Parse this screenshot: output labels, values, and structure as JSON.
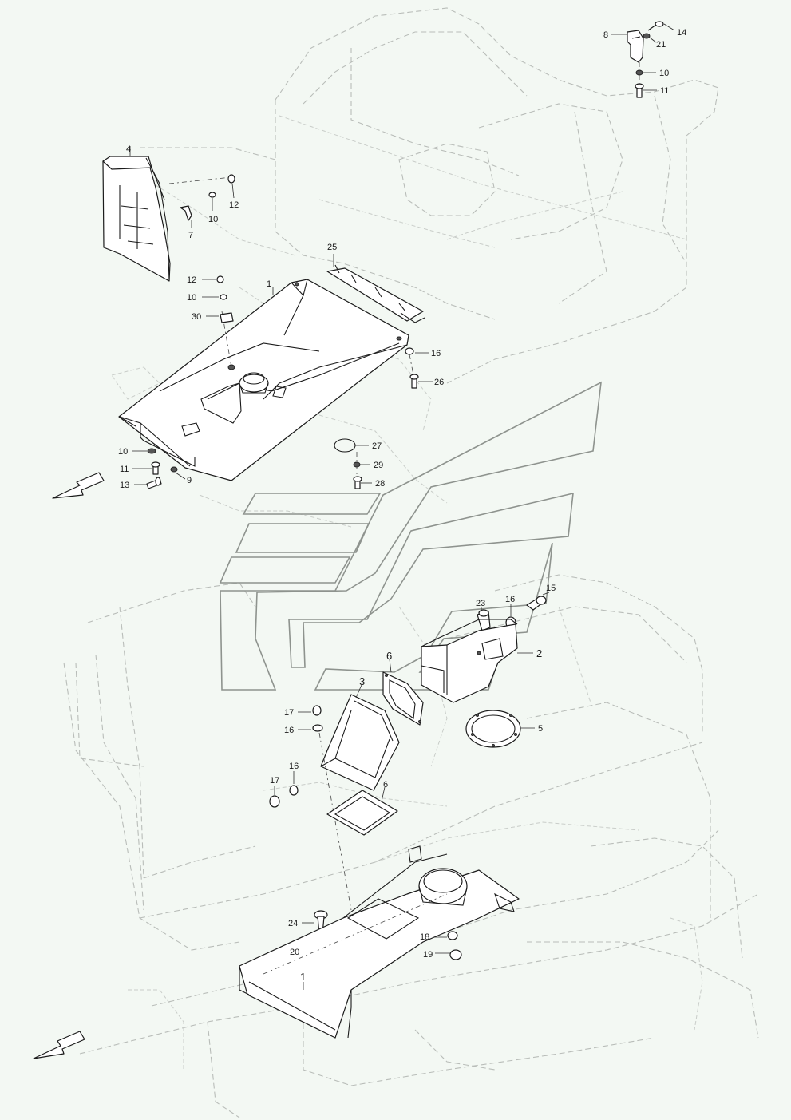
{
  "callouts": [
    {
      "id": "c-14a",
      "text": "14"
    },
    {
      "id": "c-8",
      "text": "8"
    },
    {
      "id": "c-21",
      "text": "21"
    },
    {
      "id": "c-10a",
      "text": "10"
    },
    {
      "id": "c-11a",
      "text": "11"
    },
    {
      "id": "c-4",
      "text": "4"
    },
    {
      "id": "c-10b",
      "text": "10"
    },
    {
      "id": "c-12a",
      "text": "12"
    },
    {
      "id": "c-7",
      "text": "7"
    },
    {
      "id": "c-25",
      "text": "25"
    },
    {
      "id": "c-12b",
      "text": "12"
    },
    {
      "id": "c-1a",
      "text": "1"
    },
    {
      "id": "c-10c",
      "text": "10"
    },
    {
      "id": "c-30",
      "text": "30"
    },
    {
      "id": "c-16a",
      "text": "16"
    },
    {
      "id": "c-26",
      "text": "26"
    },
    {
      "id": "c-27",
      "text": "27"
    },
    {
      "id": "c-29",
      "text": "29"
    },
    {
      "id": "c-28",
      "text": "28"
    },
    {
      "id": "c-10d",
      "text": "10"
    },
    {
      "id": "c-11b",
      "text": "11"
    },
    {
      "id": "c-9",
      "text": "9"
    },
    {
      "id": "c-13",
      "text": "13"
    },
    {
      "id": "c-15",
      "text": "15"
    },
    {
      "id": "c-16b",
      "text": "16"
    },
    {
      "id": "c-23",
      "text": "23"
    },
    {
      "id": "c-2",
      "text": "2"
    },
    {
      "id": "c-6a",
      "text": "6"
    },
    {
      "id": "c-3",
      "text": "3"
    },
    {
      "id": "c-17a",
      "text": "17"
    },
    {
      "id": "c-16c",
      "text": "16"
    },
    {
      "id": "c-5",
      "text": "5"
    },
    {
      "id": "c-16d",
      "text": "16"
    },
    {
      "id": "c-17b",
      "text": "17"
    },
    {
      "id": "c-6b",
      "text": "6"
    },
    {
      "id": "c-24",
      "text": "24"
    },
    {
      "id": "c-18",
      "text": "18"
    },
    {
      "id": "c-20",
      "text": "20"
    },
    {
      "id": "c-19",
      "text": "19"
    },
    {
      "id": "c-1b",
      "text": "1"
    }
  ],
  "colors": {
    "background": "#f3f8f3",
    "line": "#1b1b1b",
    "ghost": "#b9bdb9",
    "watermark": "#8e938e"
  },
  "icons": [
    "direction-arrow-icon"
  ]
}
